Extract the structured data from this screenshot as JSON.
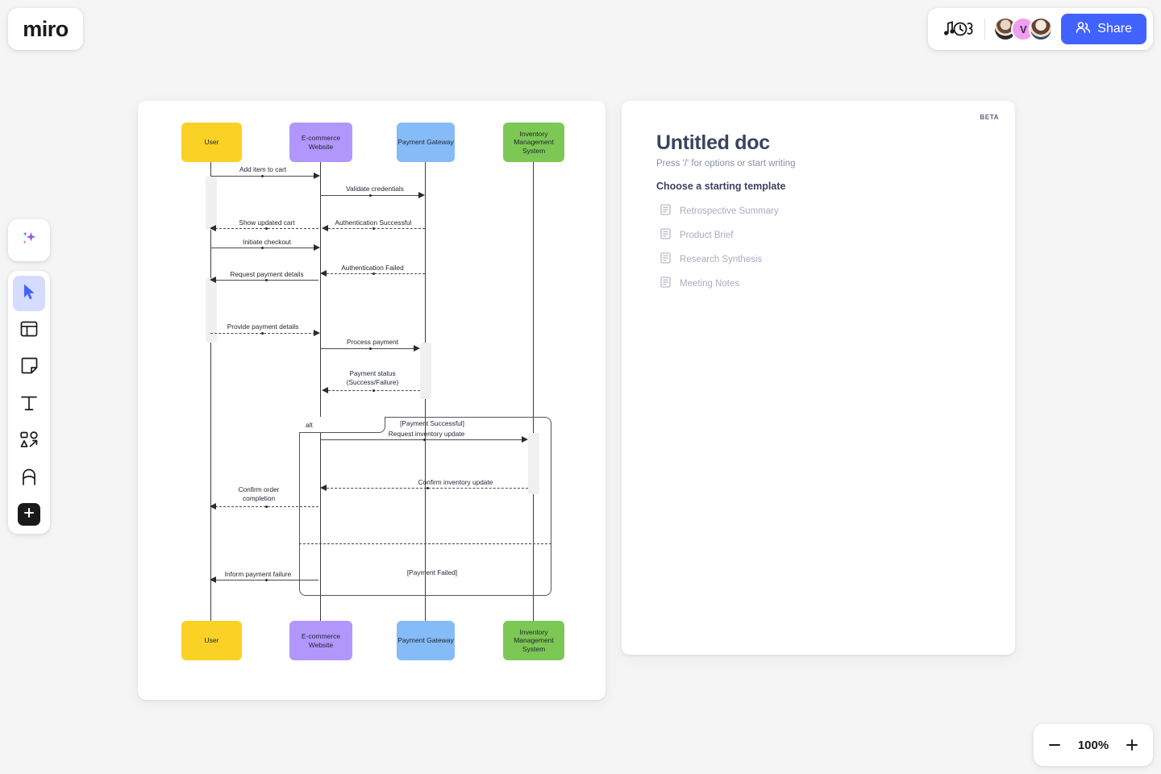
{
  "app": {
    "logo": "miro",
    "zoom_level": "100%"
  },
  "header": {
    "reaction_icon": "emoji-reaction-icon",
    "share_label": "Share",
    "avatars": [
      {
        "name": "collaborator-avatar-1",
        "initial": ""
      },
      {
        "name": "collaborator-avatar-2",
        "initial": "V"
      },
      {
        "name": "collaborator-avatar-3",
        "initial": ""
      }
    ]
  },
  "toolbar": {
    "items": [
      {
        "name": "ai-sparkle-tool",
        "icon": "sparkle-icon",
        "active": false
      },
      {
        "name": "select-tool",
        "icon": "cursor-icon",
        "active": true
      },
      {
        "name": "templates-tool",
        "icon": "template-icon",
        "active": false
      },
      {
        "name": "sticky-note-tool",
        "icon": "sticky-note-icon",
        "active": false
      },
      {
        "name": "text-tool",
        "icon": "text-icon",
        "active": false
      },
      {
        "name": "shapes-tool",
        "icon": "shapes-icon",
        "active": false
      },
      {
        "name": "pen-tool",
        "icon": "pen-icon",
        "active": false
      },
      {
        "name": "more-apps-tool",
        "icon": "plus-icon",
        "active": false
      }
    ]
  },
  "zoom_controls": {
    "minus": "−",
    "plus": "+",
    "value": "100%"
  },
  "doc_panel": {
    "badge": "BETA",
    "title": "Untitled doc",
    "placeholder": "Press '/' for options or start writing",
    "section_heading": "Choose a starting template",
    "templates": [
      {
        "label": "Retrospective Summary",
        "icon": "document-icon"
      },
      {
        "label": "Product Brief",
        "icon": "document-icon"
      },
      {
        "label": "Research Synthesis",
        "icon": "document-icon"
      },
      {
        "label": "Meeting Notes",
        "icon": "document-icon"
      }
    ]
  },
  "diagram": {
    "type": "sequence-diagram",
    "colors": {
      "user": "#FAD226",
      "ecommerce": "#B197FC",
      "payment": "#85BBF7",
      "inventory": "#7DC855"
    },
    "actors": [
      {
        "id": "user",
        "label": "User",
        "color": "#FAD226"
      },
      {
        "id": "ecommerce",
        "label": "E-commerce\nWebsite",
        "color": "#B197FC"
      },
      {
        "id": "payment",
        "label": "Payment\nGateway",
        "color": "#85BBF7"
      },
      {
        "id": "inventory",
        "label": "Inventory\nManagement\nSystem",
        "color": "#7DC855"
      }
    ],
    "messages": [
      {
        "label": "Add item to cart",
        "from": "user",
        "to": "ecommerce",
        "style": "solid"
      },
      {
        "label": "Validate credentials",
        "from": "ecommerce",
        "to": "payment",
        "style": "solid"
      },
      {
        "label": "Show updated cart",
        "from": "ecommerce",
        "to": "user",
        "style": "dashed"
      },
      {
        "label": "Authentication Successful",
        "from": "payment",
        "to": "ecommerce",
        "style": "dashed"
      },
      {
        "label": "Initiate checkout",
        "from": "user",
        "to": "ecommerce",
        "style": "solid"
      },
      {
        "label": "Authentication Failed",
        "from": "payment",
        "to": "ecommerce",
        "style": "dashed"
      },
      {
        "label": "Request payment details",
        "from": "ecommerce",
        "to": "user",
        "style": "solid"
      },
      {
        "label": "Provide payment details",
        "from": "user",
        "to": "ecommerce",
        "style": "dashed"
      },
      {
        "label": "Process payment",
        "from": "ecommerce",
        "to": "payment",
        "style": "solid"
      },
      {
        "label": "Payment status\n(Success/Failure)",
        "from": "payment",
        "to": "ecommerce",
        "style": "dashed"
      },
      {
        "label": "Request inventory update",
        "from": "ecommerce",
        "to": "inventory",
        "style": "solid"
      },
      {
        "label": "Confirm inventory update",
        "from": "inventory",
        "to": "ecommerce",
        "style": "dashed"
      },
      {
        "label": "Confirm order\ncompletion",
        "from": "ecommerce",
        "to": "user",
        "style": "dashed"
      },
      {
        "label": "Inform payment failure",
        "from": "ecommerce",
        "to": "user",
        "style": "solid"
      }
    ],
    "fragment": {
      "operator": "alt",
      "condition_1": "[Payment Successful]",
      "condition_2": "[Payment Failed]"
    }
  }
}
